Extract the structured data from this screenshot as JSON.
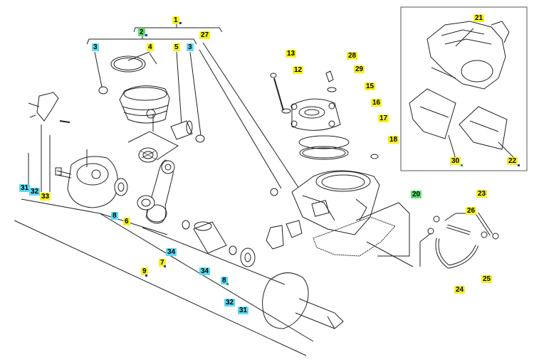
{
  "colors": {
    "highlight_yellow": "#f6f21a",
    "highlight_cyan": "#5fd8f0",
    "highlight_green": "#5ce06a",
    "marker_blue": "#2233cc",
    "marker_green": "#21a637",
    "line": "#222222"
  },
  "callouts": [
    {
      "id": "c1",
      "label": "1",
      "color": "yellow",
      "marker": "blue"
    },
    {
      "id": "c2",
      "label": "2",
      "color": "green",
      "marker": "blue"
    },
    {
      "id": "c27",
      "label": "27",
      "color": "yellow",
      "marker": ""
    },
    {
      "id": "c3a",
      "label": "3",
      "color": "cyan",
      "marker": ""
    },
    {
      "id": "c4",
      "label": "4",
      "color": "yellow",
      "marker": ""
    },
    {
      "id": "c5",
      "label": "5",
      "color": "yellow",
      "marker": ""
    },
    {
      "id": "c3b",
      "label": "3",
      "color": "cyan",
      "marker": ""
    },
    {
      "id": "c13",
      "label": "13",
      "color": "yellow",
      "marker": ""
    },
    {
      "id": "c12",
      "label": "12",
      "color": "yellow",
      "marker": ""
    },
    {
      "id": "c28",
      "label": "28",
      "color": "yellow",
      "marker": ""
    },
    {
      "id": "c29",
      "label": "29",
      "color": "yellow",
      "marker": ""
    },
    {
      "id": "c15",
      "label": "15",
      "color": "yellow",
      "marker": ""
    },
    {
      "id": "c16",
      "label": "16",
      "color": "yellow",
      "marker": ""
    },
    {
      "id": "c17",
      "label": "17",
      "color": "yellow",
      "marker": ""
    },
    {
      "id": "c18",
      "label": "18",
      "color": "yellow",
      "marker": ""
    },
    {
      "id": "c21",
      "label": "21",
      "color": "yellow",
      "marker": ""
    },
    {
      "id": "c30",
      "label": "30",
      "color": "yellow",
      "marker": "green"
    },
    {
      "id": "c22",
      "label": "22",
      "color": "yellow",
      "marker": "blue"
    },
    {
      "id": "c20",
      "label": "20",
      "color": "green",
      "marker": ""
    },
    {
      "id": "c23",
      "label": "23",
      "color": "yellow",
      "marker": ""
    },
    {
      "id": "c26",
      "label": "26",
      "color": "yellow",
      "marker": ""
    },
    {
      "id": "c24",
      "label": "24",
      "color": "yellow",
      "marker": ""
    },
    {
      "id": "c25",
      "label": "25",
      "color": "yellow",
      "marker": ""
    },
    {
      "id": "c31a",
      "label": "31",
      "color": "cyan",
      "marker": ""
    },
    {
      "id": "c32a",
      "label": "32",
      "color": "cyan",
      "marker": ""
    },
    {
      "id": "c33",
      "label": "33",
      "color": "yellow",
      "marker": ""
    },
    {
      "id": "c8a",
      "label": "8",
      "color": "cyan",
      "marker": ""
    },
    {
      "id": "c6",
      "label": "6",
      "color": "yellow",
      "marker": ""
    },
    {
      "id": "c7",
      "label": "7",
      "color": "yellow",
      "marker": "blue"
    },
    {
      "id": "c34a",
      "label": "34",
      "color": "cyan",
      "marker": ""
    },
    {
      "id": "c34b",
      "label": "34",
      "color": "cyan",
      "marker": ""
    },
    {
      "id": "c8b",
      "label": "8",
      "color": "cyan",
      "marker": "green"
    },
    {
      "id": "c9",
      "label": "9",
      "color": "yellow",
      "marker": "blue"
    },
    {
      "id": "c32b",
      "label": "32",
      "color": "cyan",
      "marker": ""
    },
    {
      "id": "c31b",
      "label": "31",
      "color": "cyan",
      "marker": ""
    }
  ],
  "parts": [
    {
      "name": "piston-ring-part"
    },
    {
      "name": "piston-part"
    },
    {
      "name": "circlip-part"
    },
    {
      "name": "piston-pin-part"
    },
    {
      "name": "small-end-bearing-part"
    },
    {
      "name": "connecting-rod-part"
    },
    {
      "name": "big-end-bearing-part"
    },
    {
      "name": "crank-half-left-part"
    },
    {
      "name": "crank-half-right-part"
    },
    {
      "name": "crankpin-part"
    },
    {
      "name": "thrust-washer-part"
    },
    {
      "name": "cylinder-head-part"
    },
    {
      "name": "head-gasket-part"
    },
    {
      "name": "cylinder-part"
    },
    {
      "name": "base-gasket-part"
    },
    {
      "name": "head-stud-part"
    },
    {
      "name": "temperature-sensor-part"
    },
    {
      "name": "coolant-hose-part"
    },
    {
      "name": "hose-clamp-part"
    },
    {
      "name": "inlet-reed-plate-part"
    },
    {
      "name": "engine-assembly-illustration"
    },
    {
      "name": "engine-cover-pad-part"
    }
  ]
}
